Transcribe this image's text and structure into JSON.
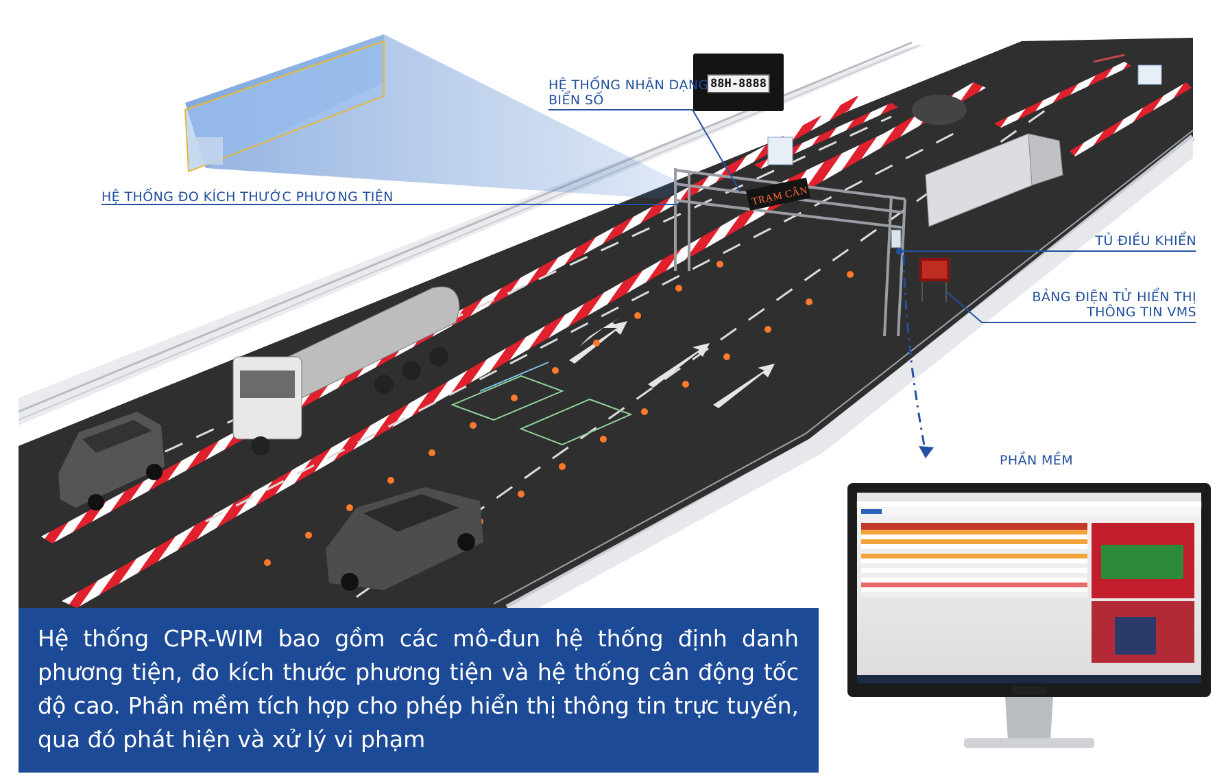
{
  "labels": {
    "plate_recognition_line1": "HỆ THỐNG NHẬN DẠNG",
    "plate_recognition_line2": "BIỂN SỐ",
    "dimension_system": "HỆ THỐNG ĐO KÍCH THƯỚC PHƯƠNG TIỆN",
    "control_cabinet": "TỦ ĐIỀU KHIỂN",
    "vms_line1": "BẢNG ĐIỆN TỬ HIỂN THỊ",
    "vms_line2": "THÔNG TIN VMS",
    "software": "PHẦN MỀM"
  },
  "gantry_sign": "TRẠM CÂN",
  "license_plate": "88H-8888",
  "description": "Hệ thống CPR-WIM bao gồm các mô-đun hệ thống định danh phương tiện, đo kích thước phương tiện và hệ thống cân động tốc độ cao. Phần mềm tích hợp cho phép hiển thị thông tin trực tuyến, qua đó phát hiện và xử lý vi phạm",
  "colors": {
    "brand_blue": "#1d4a96",
    "callout_blue": "#1f4e9c",
    "road": "#2e2e2e",
    "barrier_red": "#e0202c"
  }
}
